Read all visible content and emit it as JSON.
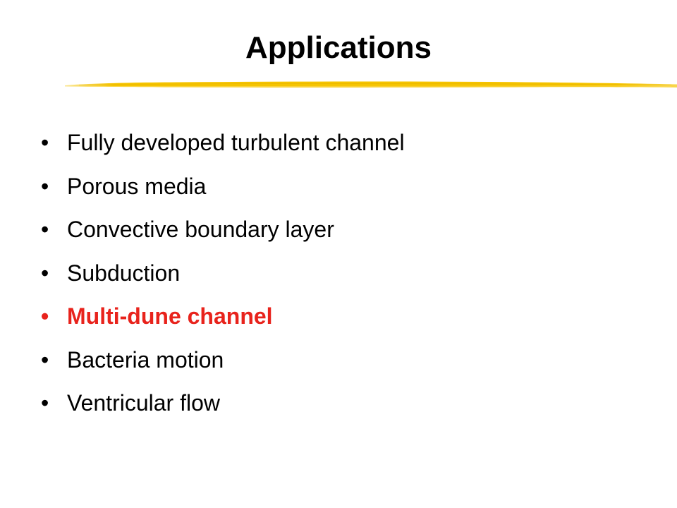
{
  "slide": {
    "title": "Applications",
    "bullet_glyph": "•",
    "accent_color": "#f5c400",
    "highlight_color": "#e8231c",
    "items": [
      {
        "text": "Fully developed turbulent channel",
        "highlighted": false
      },
      {
        "text": "Porous media",
        "highlighted": false
      },
      {
        "text": "Convective boundary layer",
        "highlighted": false
      },
      {
        "text": "Subduction",
        "highlighted": false
      },
      {
        "text": "Multi-dune channel",
        "highlighted": true
      },
      {
        "text": "Bacteria motion",
        "highlighted": false
      },
      {
        "text": "Ventricular flow",
        "highlighted": false
      }
    ]
  }
}
